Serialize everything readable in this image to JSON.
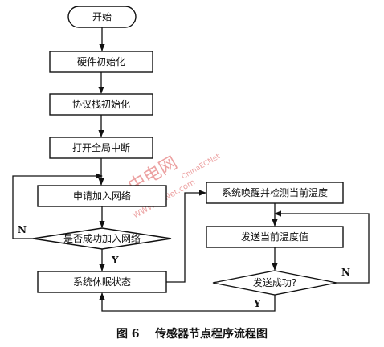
{
  "flowchart": {
    "start": "开始",
    "hardware_init": "硬件初始化",
    "stack_init": "协议栈初始化",
    "enable_interrupt": "打开全局中断",
    "join_network": "申请加入网络",
    "join_success_q": "是否成功加入网络",
    "sleep_state": "系统休眠状态",
    "wake_detect": "系统唤醒并检测当前温度",
    "send_temp": "发送当前温度值",
    "send_success_q": "发送成功?",
    "label_n1": "N",
    "label_y1": "Y",
    "label_n2": "N",
    "label_y2": "Y"
  },
  "watermark": {
    "text": "中电网",
    "latin": "ChinaECNet",
    "url": "WWW.ECNet.com",
    "color": "#d55555"
  },
  "caption": "图 6    传感器节点程序流程图"
}
